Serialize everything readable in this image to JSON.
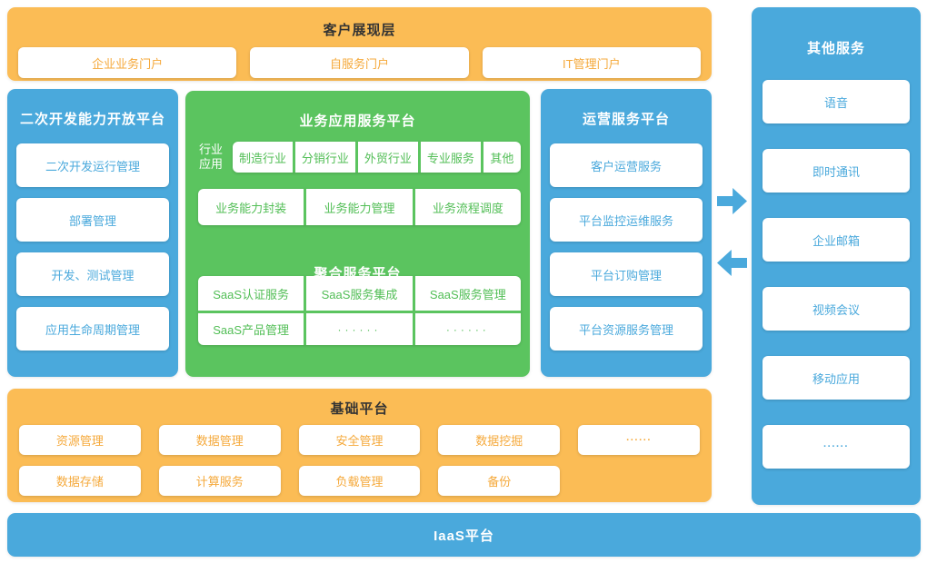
{
  "colors": {
    "orange": "#FBBC55",
    "orange_text": "#F5A93B",
    "blue": "#4AA9DC",
    "green": "#5BC45F",
    "green_text": "#52BE56",
    "dark_title": "#333333",
    "box_background": "#ffffff"
  },
  "presentation": {
    "title": "客户展现层",
    "portals": [
      "企业业务门户",
      "自服务门户",
      "IT管理门户"
    ]
  },
  "dev_platform": {
    "title": "二次开发能力开放平台",
    "items": [
      "二次开发运行管理",
      "部署管理",
      "开发、测试管理",
      "应用生命周期管理"
    ]
  },
  "business_platform": {
    "title": "业务应用服务平台",
    "industry_label": "行业应用",
    "industries": [
      "制造行业",
      "分销行业",
      "外贸行业",
      "专业服务",
      "其他"
    ],
    "capabilities": [
      "业务能力封装",
      "业务能力管理",
      "业务流程调度"
    ],
    "aggregation_title": "聚合服务平台",
    "aggregation_row1": [
      "SaaS认证服务",
      "SaaS服务集成",
      "SaaS服务管理"
    ],
    "aggregation_row2": [
      "SaaS产品管理",
      "······",
      "······"
    ]
  },
  "operations_platform": {
    "title": "运营服务平台",
    "items": [
      "客户运营服务",
      "平台监控运维服务",
      "平台订购管理",
      "平台资源服务管理"
    ]
  },
  "other_services": {
    "title": "其他服务",
    "items": [
      "语音",
      "即时通讯",
      "企业邮箱",
      "视频会议",
      "移动应用",
      "······"
    ]
  },
  "base_platform": {
    "title": "基础平台",
    "row1": [
      "资源管理",
      "数据管理",
      "安全管理",
      "数据挖掘",
      "······"
    ],
    "row2": [
      "数据存储",
      "计算服务",
      "负载管理",
      "备份"
    ]
  },
  "iaas": {
    "title": "IaaS平台"
  }
}
